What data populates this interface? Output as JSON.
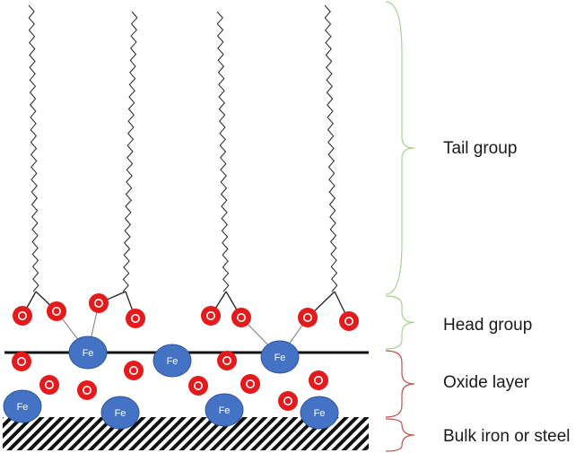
{
  "labels": {
    "tail_group": "Tail group",
    "head_group": "Head group",
    "oxide_layer": "Oxide layer",
    "bulk": "Bulk iron or steel"
  },
  "atoms": {
    "iron_symbol": "Fe",
    "oxygen_symbol": "O"
  },
  "colors": {
    "oxygen_fill": "#e41a1c",
    "oxygen_inner": "#ffffff",
    "iron_fill": "#4472c4",
    "iron_stroke": "#2f5597",
    "tail_brace": "#a9d18e",
    "head_brace": "#a9d18e",
    "oxide_brace": "#c0504d",
    "bulk_brace": "#c0504d",
    "chain": "#222222"
  }
}
